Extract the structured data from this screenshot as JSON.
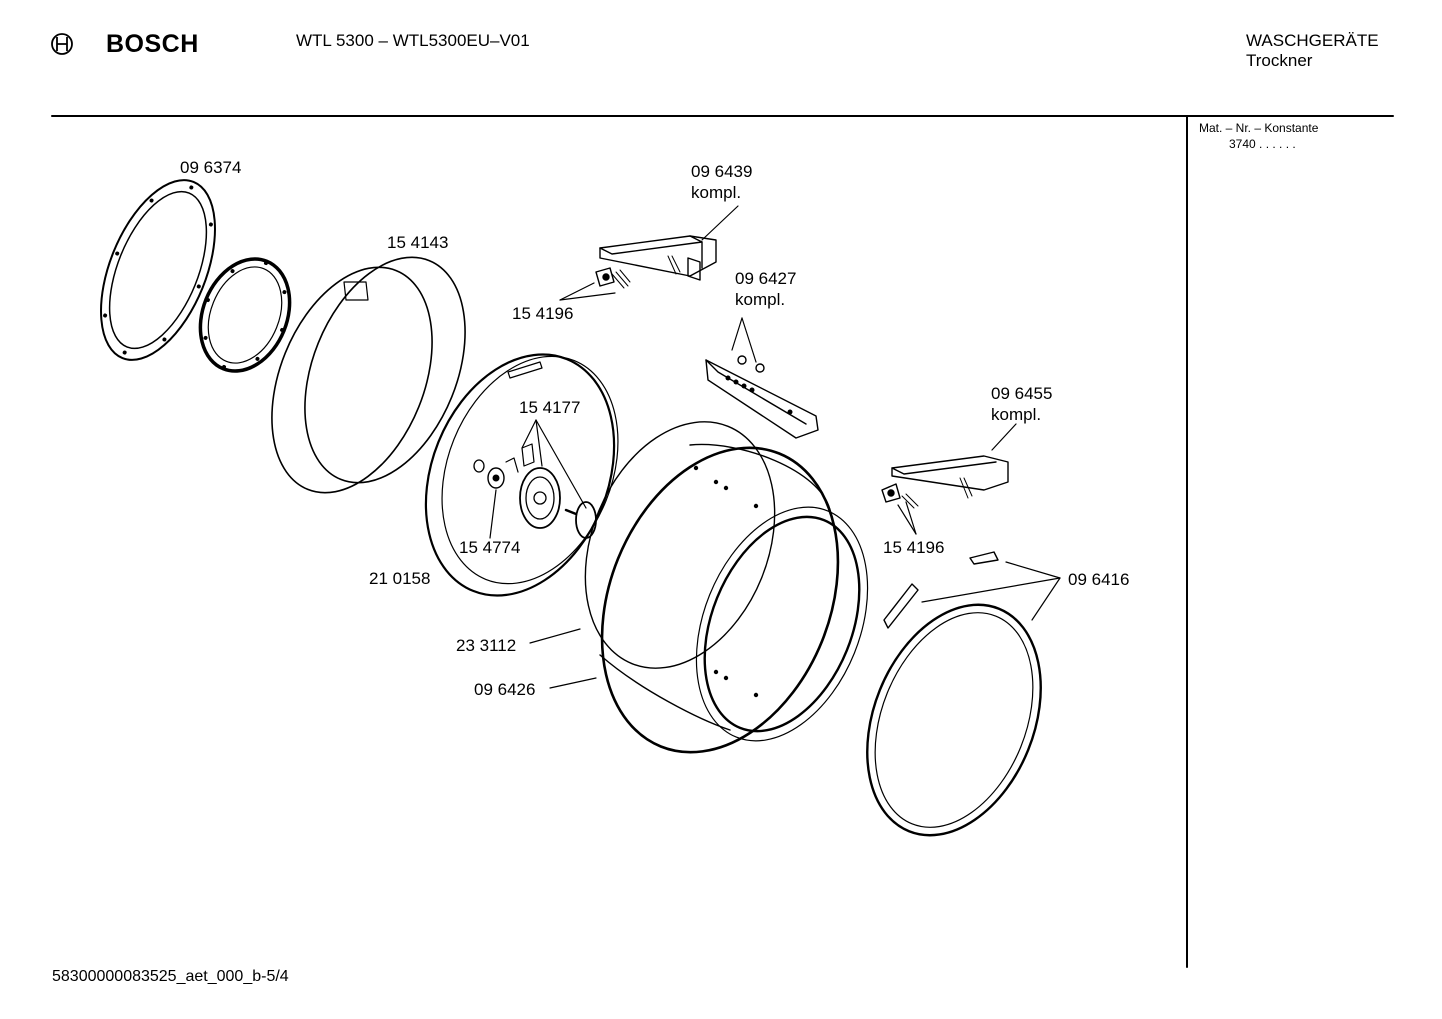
{
  "header": {
    "brand": "BOSCH",
    "model": "WTL 5300 – WTL5300EU–V01",
    "category_line1": "WASCHGERÄTE",
    "category_line2": "Trockner"
  },
  "side_panel": {
    "mat_label": "Mat. – Nr. – Konstante",
    "mat_value": "3740 .  .    .  .  .  ."
  },
  "parts": {
    "p096374": "09 6374",
    "p154143": "15 4143",
    "p096439": "09 6439",
    "p096439_suffix": "kompl.",
    "p154196_a": "15 4196",
    "p096427": "09 6427",
    "p096427_suffix": "kompl.",
    "p154177": "15 4177",
    "p096455": "09 6455",
    "p096455_suffix": "kompl.",
    "p154774": "15 4774",
    "p154196_b": "15 4196",
    "p210158": "21 0158",
    "p096416": "09 6416",
    "p233112": "23 3112",
    "p096426": "09 6426"
  },
  "footer": {
    "doc_id": "58300000083525_aet_000_b-5/4"
  }
}
